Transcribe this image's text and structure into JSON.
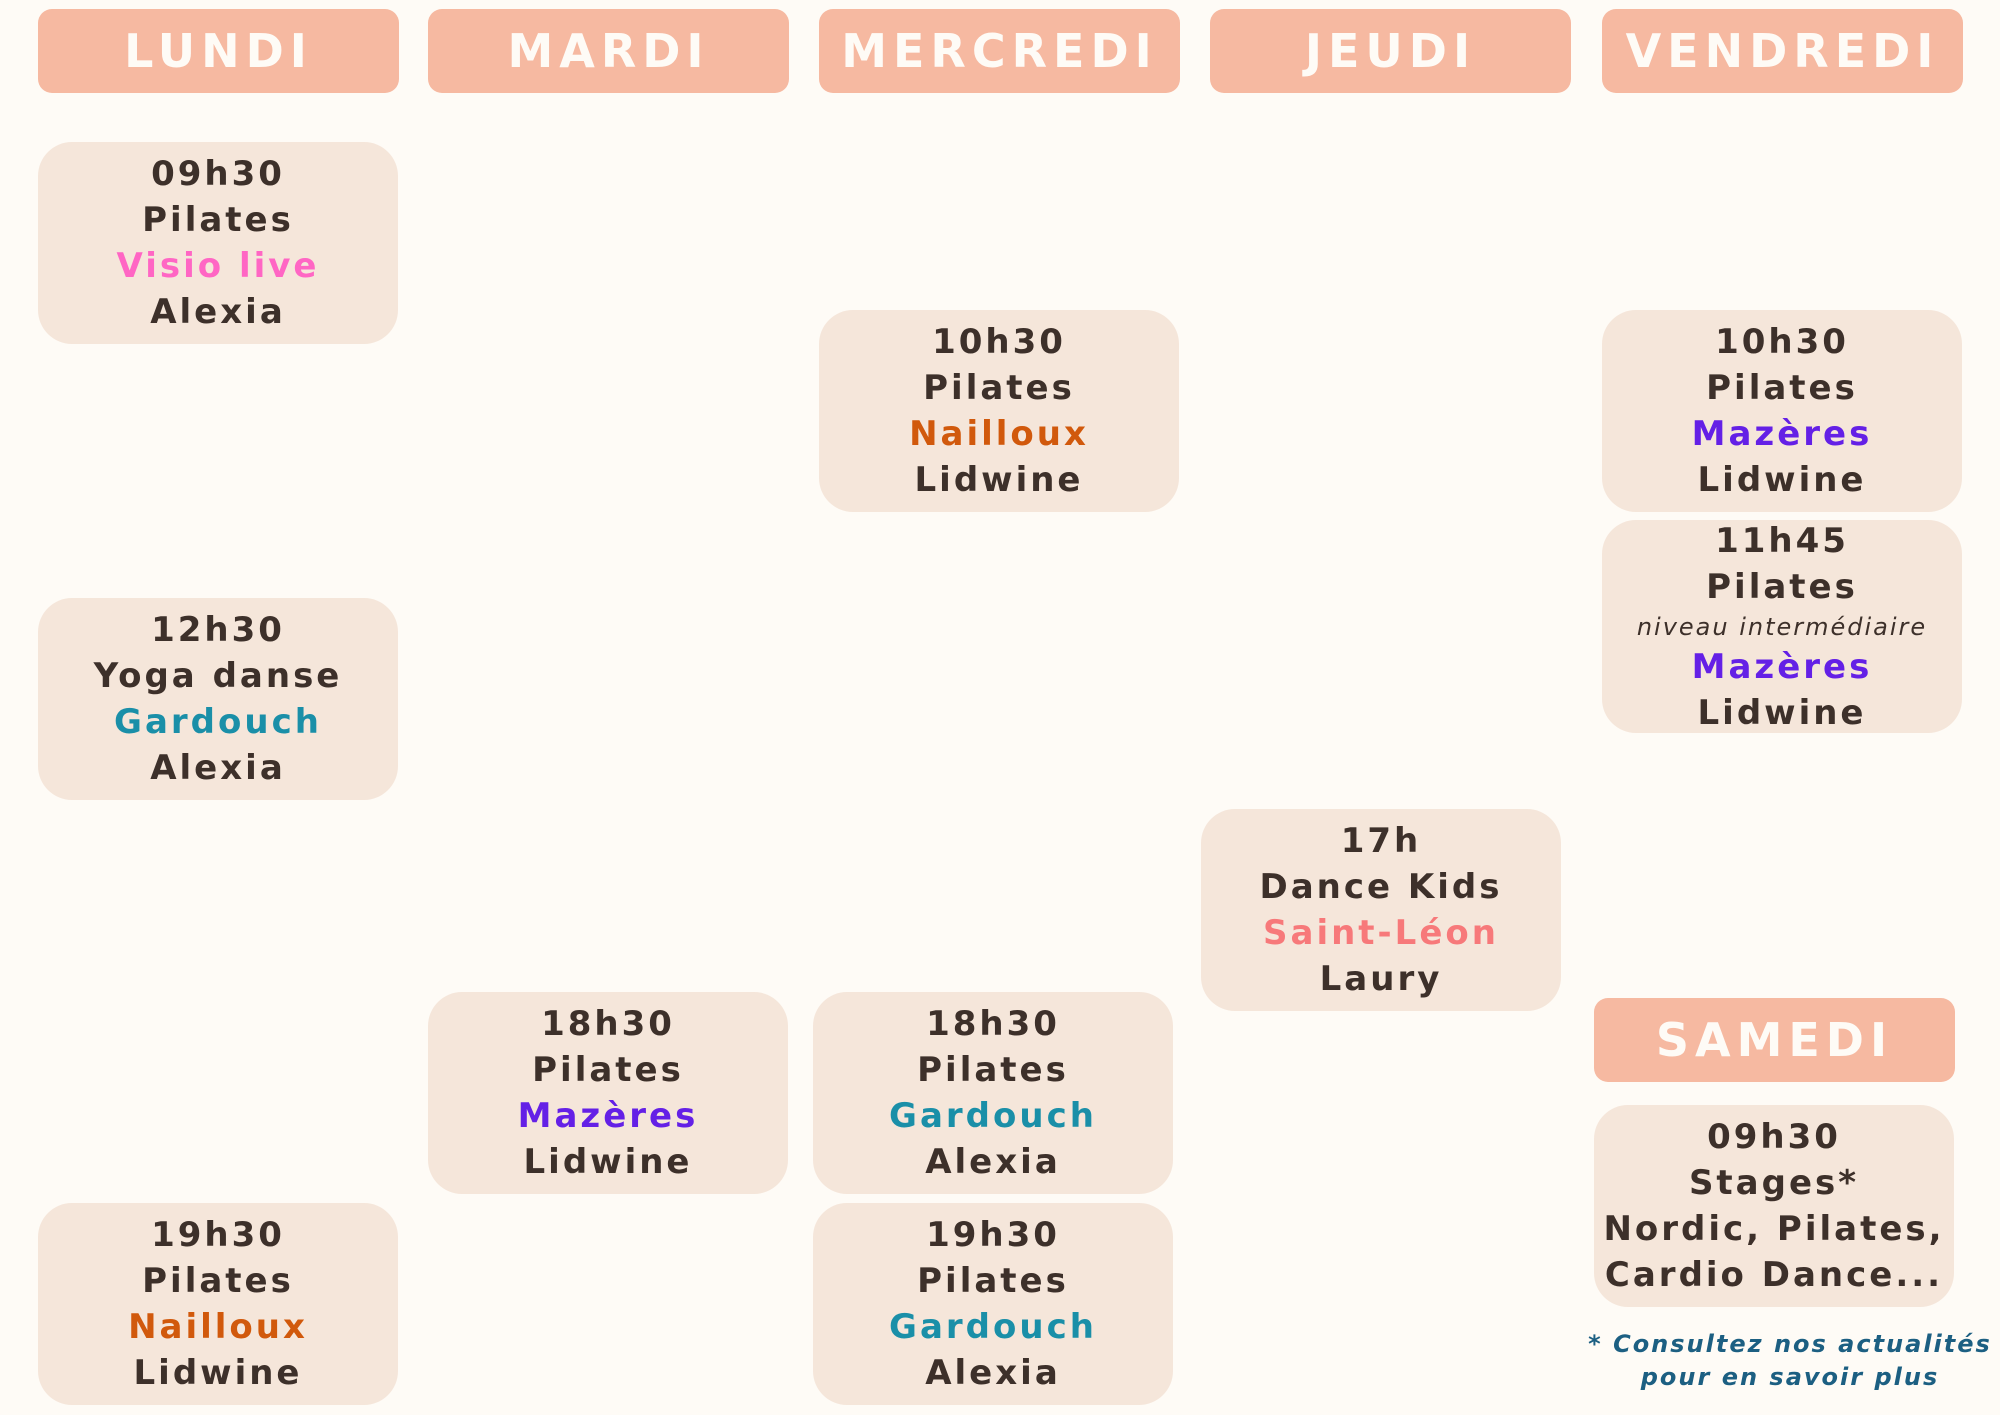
{
  "colors": {
    "header_bg": "#f6b9a1",
    "card_bg": "#f5e6da",
    "text": "#3d302a",
    "visio_live": "#ff66c4",
    "nailloux": "#d1590c",
    "mazeres": "#6420e6",
    "gardouch": "#1a8fa8",
    "saint_leon": "#f7797a"
  },
  "days": [
    "LUNDI",
    "MARDI",
    "MERCREDI",
    "JEUDI",
    "VENDREDI",
    "SAMEDI"
  ],
  "classes": [
    {
      "time": "09h30",
      "activity": "Pilates",
      "location": "Visio live",
      "teacher": "Alexia"
    },
    {
      "time": "12h30",
      "activity": "Yoga danse",
      "location": "Gardouch",
      "teacher": "Alexia"
    },
    {
      "time": "19h30",
      "activity": "Pilates",
      "location": "Nailloux",
      "teacher": "Lidwine"
    },
    {
      "time": "18h30",
      "activity": "Pilates",
      "location": "Mazères",
      "teacher": "Lidwine"
    },
    {
      "time": "10h30",
      "activity": "Pilates",
      "location": "Nailloux",
      "teacher": "Lidwine"
    },
    {
      "time": "18h30",
      "activity": "Pilates",
      "location": "Gardouch",
      "teacher": "Alexia"
    },
    {
      "time": "19h30",
      "activity": "Pilates",
      "location": "Gardouch",
      "teacher": "Alexia"
    },
    {
      "time": "17h",
      "activity": "Dance Kids",
      "location": "Saint-Léon",
      "teacher": "Laury"
    },
    {
      "time": "10h30",
      "activity": "Pilates",
      "location": "Mazères",
      "teacher": "Lidwine"
    },
    {
      "time": "11h45",
      "activity": "Pilates",
      "level": "niveau intermédiaire",
      "location": "Mazères",
      "teacher": "Lidwine"
    },
    {
      "time": "09h30",
      "activity": "Stages*",
      "line3": "Nordic, Pilates,",
      "line4": "Cardio Dance..."
    }
  ],
  "footnote": {
    "line1": "* Consultez nos actualités",
    "line2": "pour en savoir plus"
  }
}
